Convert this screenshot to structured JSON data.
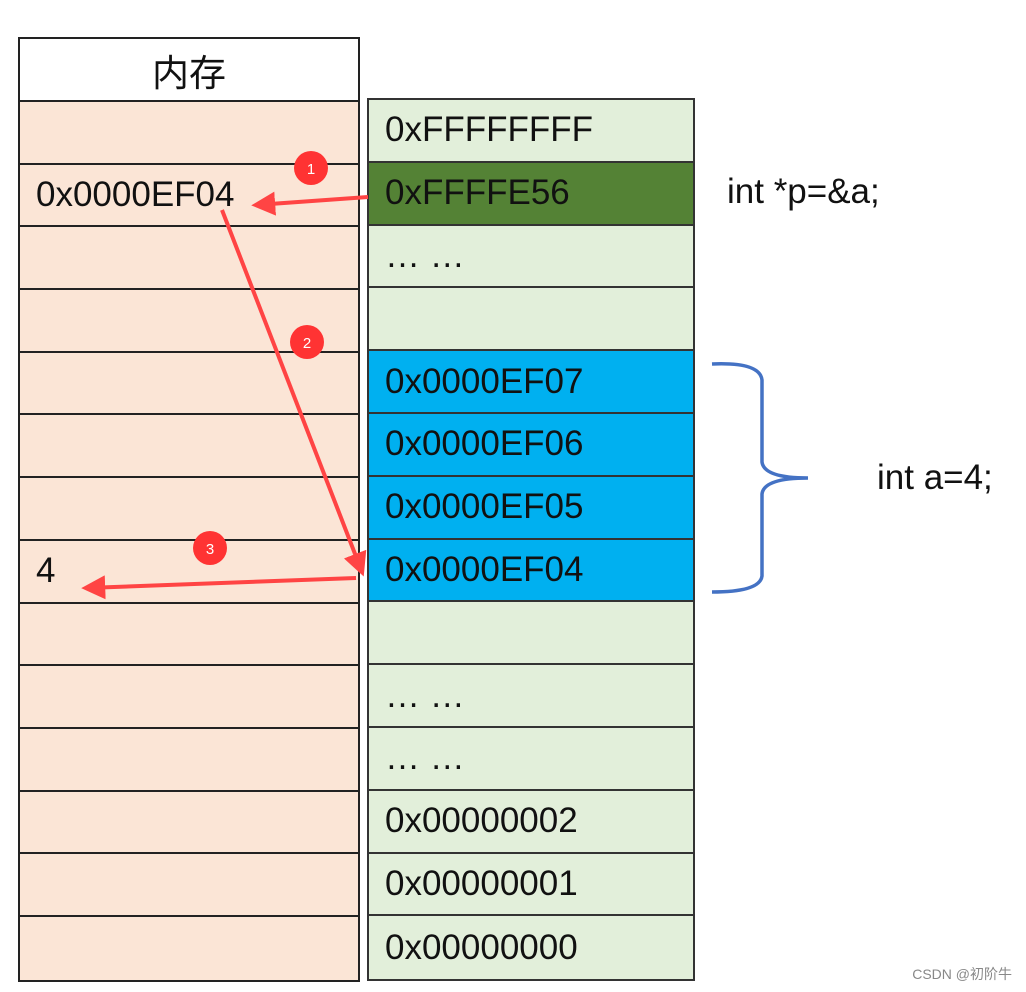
{
  "memory_header": "内存",
  "left_cells": [
    "",
    "0x0000EF04",
    "",
    "",
    "",
    "",
    "",
    "4",
    "",
    "",
    "",
    "",
    "",
    ""
  ],
  "right_cells": [
    {
      "text": "0xFFFFFFFF",
      "color": "#e2efda"
    },
    {
      "text": "0xFFFFE56",
      "color": "#548235"
    },
    {
      "text": "… …",
      "color": "#e2efda"
    },
    {
      "text": "",
      "color": "#e2efda"
    },
    {
      "text": "0x0000EF07",
      "color": "#00b0f0"
    },
    {
      "text": "0x0000EF06",
      "color": "#00b0f0"
    },
    {
      "text": "0x0000EF05",
      "color": "#00b0f0"
    },
    {
      "text": "0x0000EF04",
      "color": "#00b0f0"
    },
    {
      "text": "",
      "color": "#e2efda"
    },
    {
      "text": "… …",
      "color": "#e2efda"
    },
    {
      "text": "… …",
      "color": "#e2efda"
    },
    {
      "text": "0x00000002",
      "color": "#e2efda"
    },
    {
      "text": "0x00000001",
      "color": "#e2efda"
    },
    {
      "text": "0x00000000",
      "color": "#e2efda"
    }
  ],
  "pointer_decl": "int *p=&a;",
  "var_decl": "int a=4;",
  "steps": [
    "1",
    "2",
    "3"
  ],
  "watermark": "CSDN @初阶牛",
  "colors": {
    "arrow": "#ff4444",
    "badge": "#ff3333",
    "brace": "#4472c4",
    "memory_fill": "#fbe5d6",
    "address_fill": "#e2efda"
  }
}
